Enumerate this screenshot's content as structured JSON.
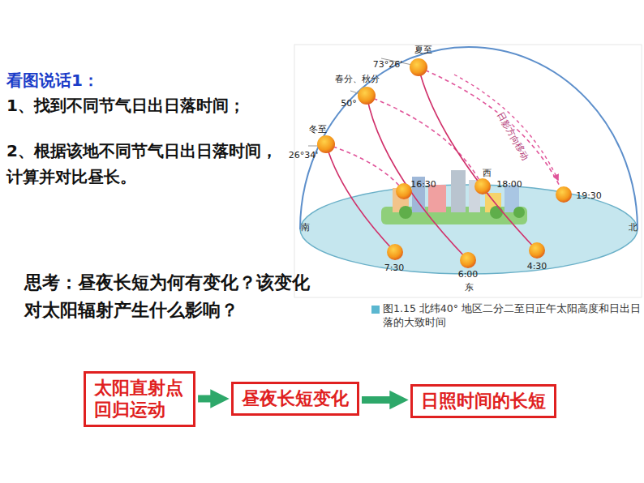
{
  "diagram": {
    "title": "看图说话1：",
    "caption": "图1.15 北纬40° 地区二分二至日正午太阳高度和日出日落的大致时间",
    "nodes": [
      {
        "text": [
          "太阳直射点 回归运动"
        ]
      },
      {
        "text": [
          "昼夜长短变化"
        ]
      },
      {
        "text": [
          "日照时间的长短"
        ]
      }
    ],
    "edges": [
      {
        "from": 0,
        "to": 1,
        "arrow": "to"
      },
      {
        "from": 1,
        "to": 2,
        "arrow": "to"
      }
    ],
    "labels": [
      "1、找到不同节气日出日落时间；",
      "2、根据该地不同节气日出日落时间，计算并对比昼长。",
      "思考：昼夜长短为何有变化？该变化对太阳辐射产生什么影响？",
      "夏至",
      "73°26'",
      "春分、秋分",
      "50°",
      "冬至",
      "26°34'",
      "16:30",
      "西",
      "18:00",
      "19:30",
      "南",
      "北",
      "7:30",
      "6:00",
      "东",
      "4:30",
      "日影方向移动"
    ]
  }
}
